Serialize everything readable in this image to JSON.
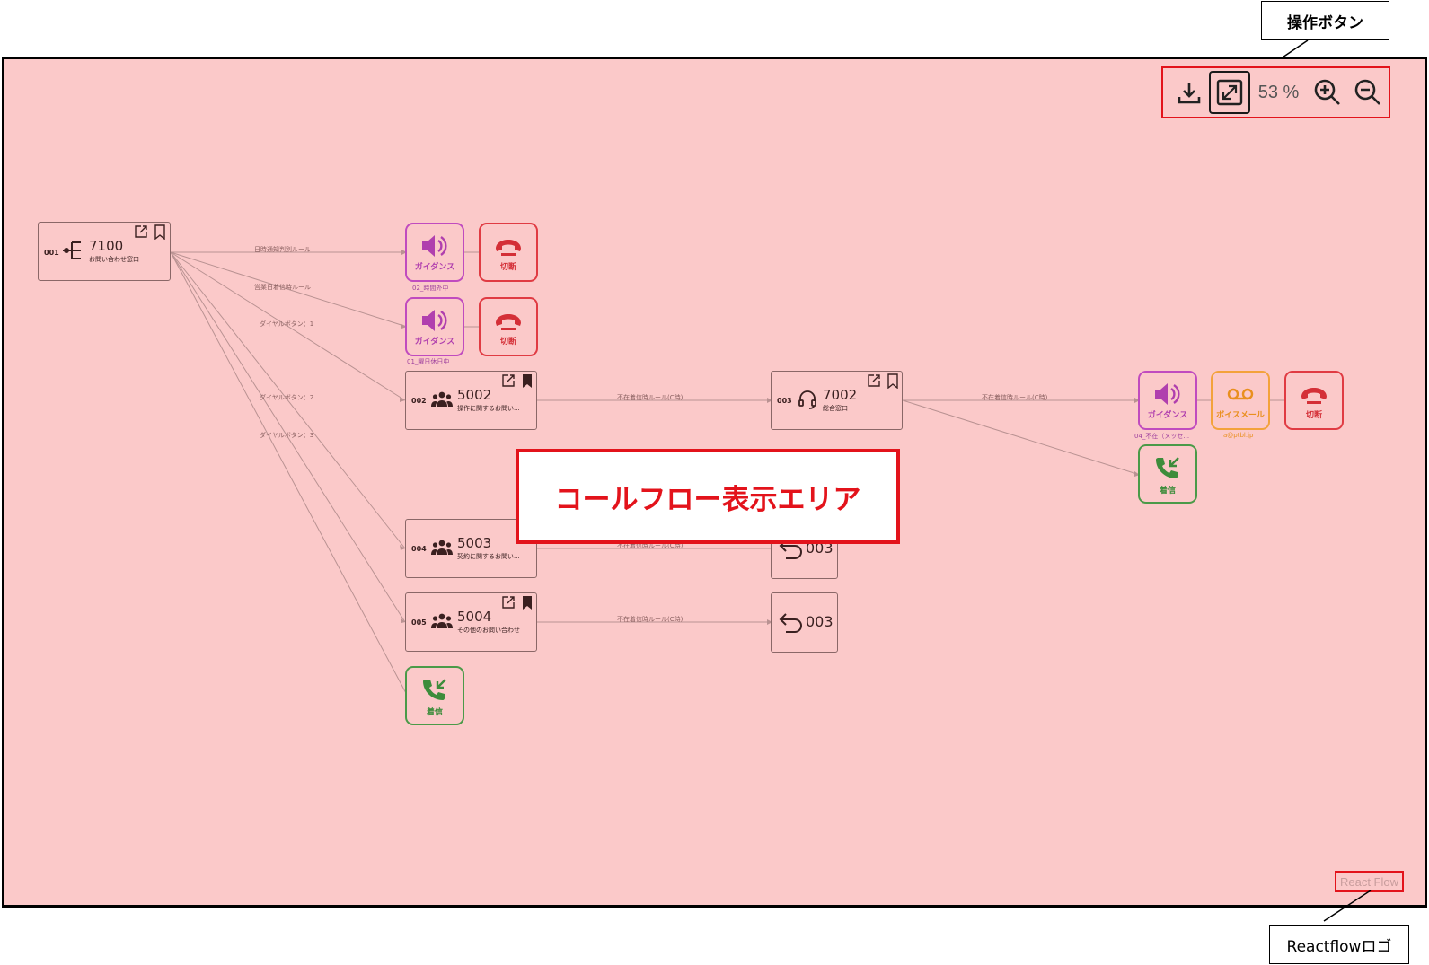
{
  "annotations": {
    "controls_callout": "操作ボタン",
    "logo_callout": "Reactflowロゴ",
    "area_label": "コールフロー表示エリア"
  },
  "controls": {
    "zoom": "53 %",
    "download_icon": "download-icon",
    "fit_view_icon": "fit-view-icon",
    "zoom_in_icon": "zoom-in-icon",
    "zoom_out_icon": "zoom-out-icon"
  },
  "logo": "React Flow",
  "nodes": {
    "n001": {
      "seq": "001",
      "number": "7100",
      "sub": "お問い合わせ窓口",
      "icon": "branch-icon"
    },
    "n002": {
      "seq": "002",
      "number": "5002",
      "sub": "操作に関するお問い...",
      "icon": "group-icon"
    },
    "n003": {
      "seq": "003",
      "number": "7002",
      "sub": "総合窓口",
      "icon": "headset-icon"
    },
    "n004": {
      "seq": "004",
      "number": "5003",
      "sub": "契約に関するお問い...",
      "icon": "group-icon"
    },
    "n005": {
      "seq": "005",
      "number": "5004",
      "sub": "その他のお問い合わせ",
      "icon": "group-icon"
    }
  },
  "tiles": {
    "guidance": "ガイダンス",
    "hangup": "切断",
    "voicemail": "ボイスメール",
    "incoming": "着信",
    "cap_g1": "02_時間外中",
    "cap_g2": "01_曜日休日中",
    "cap_g3": "04_不在（メッセ...",
    "cap_vm": "a@ptbl.jp"
  },
  "back_nodes": {
    "b1": "003",
    "b2": "003"
  },
  "edge_labels": {
    "e1": "日時通知判別ルール",
    "e2": "営業日着信時ルール",
    "e3": "ダイヤルボタン：1",
    "e4": "ダイヤルボタン：2",
    "e5": "ダイヤルボタン：3",
    "e6": "不在着信時ルール(C時)",
    "e7": "不在着信時ルール(C時)",
    "e8": "不在着信時ルール(C時)",
    "e9": "不在着信時ルール(C時)"
  },
  "colors": {
    "canvas_bg": "#fbc9c9",
    "highlight": "#e3131b",
    "guidance": "#c04bbf",
    "hangup": "#e03b43",
    "voicemail": "#f3a23b",
    "incoming": "#4a9a48"
  }
}
